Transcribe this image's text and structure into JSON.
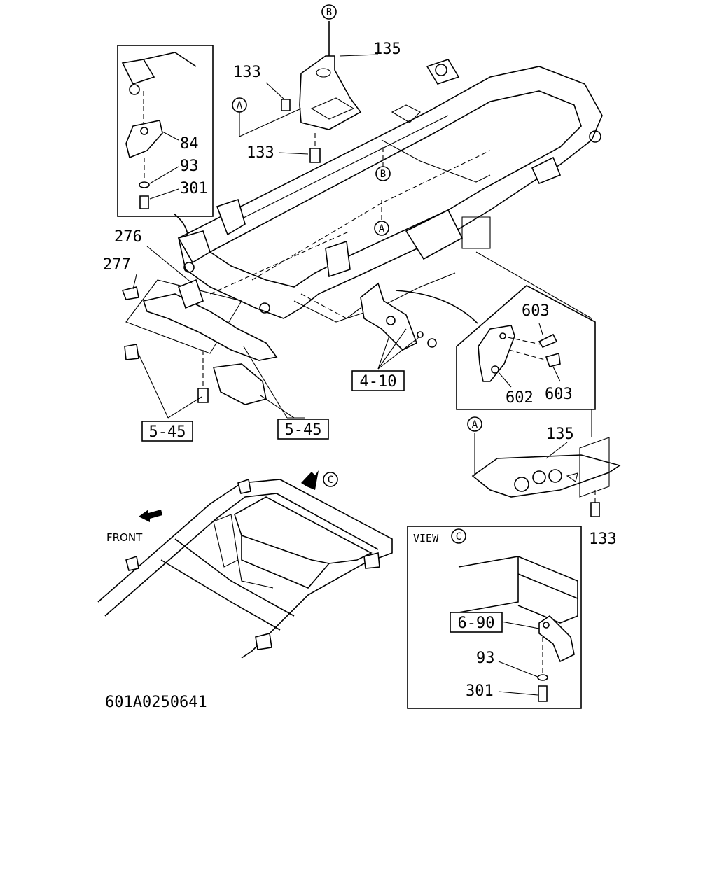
{
  "diagram": {
    "drawing_number": "601A0250641",
    "front_label": "FRONT",
    "view_label": "VIEW",
    "markers": {
      "a": "A",
      "b": "B",
      "c": "C"
    },
    "part_numbers": {
      "p135": "135",
      "p133": "133",
      "p84": "84",
      "p93": "93",
      "p301": "301",
      "p276": "276",
      "p277": "277",
      "p603": "603",
      "p602": "602"
    },
    "ref_boxes": {
      "r410": "4-10",
      "r545": "5-45",
      "r690": "6-90"
    }
  }
}
